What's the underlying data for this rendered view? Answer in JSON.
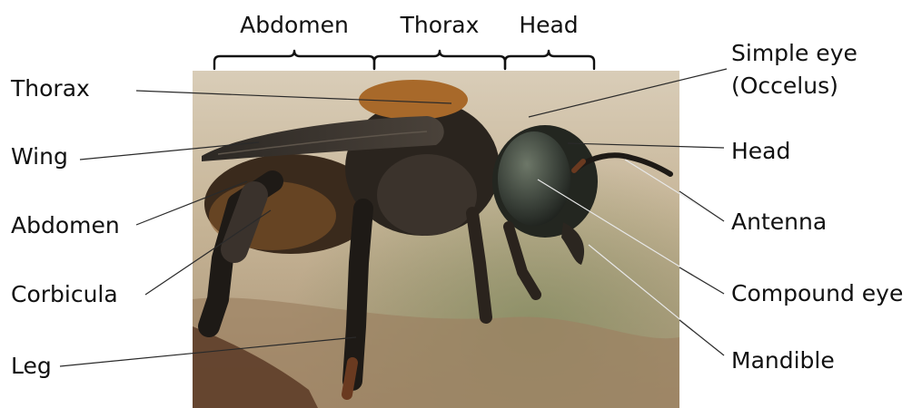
{
  "segments": [
    {
      "label": "Abdomen"
    },
    {
      "label": "Thorax"
    },
    {
      "label": "Head"
    }
  ],
  "left_labels": [
    {
      "label": "Thorax"
    },
    {
      "label": "Wing"
    },
    {
      "label": "Abdomen"
    },
    {
      "label": "Corbicula"
    },
    {
      "label": "Leg"
    }
  ],
  "right_labels": [
    {
      "label": "Simple eye",
      "label2": "(Occelus)"
    },
    {
      "label": "Head"
    },
    {
      "label": "Antenna"
    },
    {
      "label": "Compound eye"
    },
    {
      "label": "Mandible"
    }
  ],
  "colors": {
    "text": "#111111",
    "leader": "#2a2a2a",
    "photo_background": "#c9b89c",
    "bee_body": "#1f1c18",
    "bee_hair": "#a8692a"
  }
}
